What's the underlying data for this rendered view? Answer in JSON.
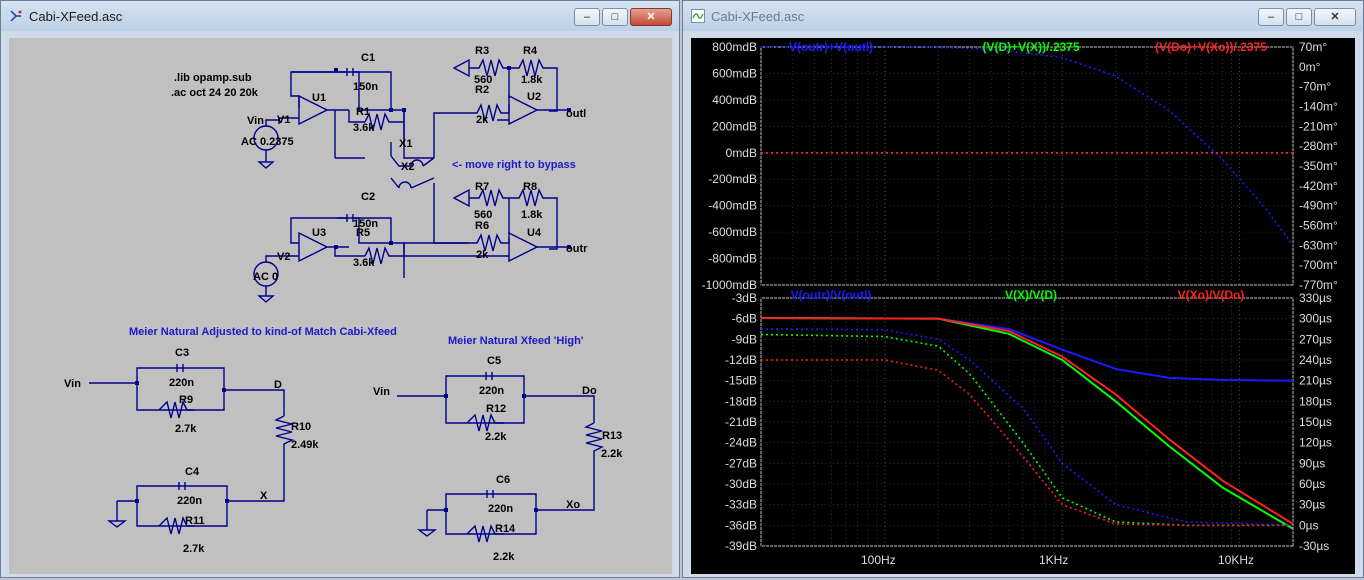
{
  "schematic_window": {
    "title": "Cabi-XFeed.asc",
    "buttons": {
      "minimize": "–",
      "maximize": "□",
      "close": "✕"
    },
    "icon": "schematic-icon",
    "directives": [
      ".lib opamp.sub",
      ".ac oct 24 20 20k"
    ],
    "comments": [
      "<- move right to bypass",
      "Meier Natural Adjusted to kind-of Match Cabi-Xfeed",
      "Meier Natural Xfeed 'High'"
    ],
    "components": {
      "C1": "C1",
      "C1v": "150n",
      "R1": "R1",
      "R1v": "3.6k",
      "U1": "U1",
      "V1": "V1",
      "V1src": "Vin",
      "V1val": "AC 0.2375",
      "R3": "R3",
      "R3v": "560",
      "R4": "R4",
      "R4v": "1.8k",
      "R2": "R2",
      "R2v": "2k",
      "U2": "U2",
      "X1": "X1",
      "X2": "X2",
      "C2": "C2",
      "C2v": "150n",
      "R5": "R5",
      "R5v": "3.6k",
      "U3": "U3",
      "V2": "V2",
      "V2val": "AC 0",
      "R7": "R7",
      "R7v": "560",
      "R8": "R8",
      "R8v": "1.8k",
      "R6": "R6",
      "R6v": "2k",
      "U4": "U4",
      "C3": "C3",
      "C3v": "220n",
      "R9": "R9",
      "R9v": "2.7k",
      "R10": "R10",
      "R10v": "2.49k",
      "C4": "C4",
      "C4v": "220n",
      "R11": "R11",
      "R11v": "2.7k",
      "C5": "C5",
      "C5v": "220n",
      "R12": "R12",
      "R12v": "2.2k",
      "R13": "R13",
      "R13v": "2.2k",
      "C6": "C6",
      "C6v": "220n",
      "R14": "R14",
      "R14v": "2.2k"
    },
    "nets": {
      "outl": "outl",
      "outr": "outr",
      "vin1": "Vin",
      "vin2": "Vin",
      "D": "D",
      "X": "X",
      "Do": "Do",
      "Xo": "Xo"
    }
  },
  "plot_window": {
    "title": "Cabi-XFeed.asc",
    "buttons": {
      "minimize": "–",
      "maximize": "□",
      "close": "✕"
    },
    "icon": "waveform-icon",
    "x_ticks": [
      "100Hz",
      "1KHz",
      "10KHz"
    ]
  },
  "chart_data": [
    {
      "type": "line",
      "title": "",
      "series": [
        {
          "name": "V(outr)+V(outl)",
          "color": "#1a1aff",
          "x": [
            20,
            100,
            200,
            400,
            1000,
            2000,
            4000,
            8000,
            14000,
            20000
          ],
          "y": [
            800,
            800,
            797,
            785,
            720,
            580,
            320,
            -50,
            -420,
            -700
          ]
        },
        {
          "name": "(V(D)+V(X))/.2375",
          "color": "#00ff00",
          "x": [
            20,
            20000
          ],
          "y": [
            0,
            0
          ]
        },
        {
          "name": "(V(Do)+V(Xo))/.2375",
          "color": "#ff2020",
          "x": [
            20,
            20000
          ],
          "y": [
            0,
            0
          ]
        }
      ],
      "y_left_label": "dB",
      "ylim_left": [
        -1000,
        800
      ],
      "y_left_ticks": [
        "800mdB",
        "600mdB",
        "400mdB",
        "200mdB",
        "0mdB",
        "-200mdB",
        "-400mdB",
        "-600mdB",
        "-800mdB",
        "-1000mdB"
      ],
      "y_right_ticks": [
        "70m°",
        "0m°",
        "-70m°",
        "-140m°",
        "-210m°",
        "-280m°",
        "-350m°",
        "-420m°",
        "-490m°",
        "-560m°",
        "-630m°",
        "-700m°",
        "-770m°"
      ],
      "xscale": "log",
      "xlim": [
        20,
        20000
      ]
    },
    {
      "type": "line",
      "title": "",
      "series": [
        {
          "name": "V(outr)/V(outl)",
          "color": "#1a1aff",
          "x": [
            20,
            200,
            500,
            1000,
            2000,
            4000,
            8000,
            20000
          ],
          "y": [
            -5.9,
            -6.0,
            -7.5,
            -10.5,
            -13.3,
            -14.6,
            -14.9,
            -15
          ]
        },
        {
          "name": "V(X)/V(D)",
          "color": "#00ff00",
          "x": [
            20,
            200,
            500,
            1000,
            2000,
            4000,
            8000,
            20000
          ],
          "y": [
            -5.9,
            -6.0,
            -8.2,
            -12,
            -18,
            -24.5,
            -30.5,
            -36.5
          ]
        },
        {
          "name": "V(Xo)/V(Do)",
          "color": "#ff2020",
          "x": [
            20,
            200,
            500,
            1000,
            2000,
            4000,
            8000,
            20000
          ],
          "y": [
            -5.9,
            -6.0,
            -7.8,
            -11.5,
            -17,
            -23.5,
            -29.5,
            -35.8
          ]
        }
      ],
      "ylim_left": [
        -39,
        -3
      ],
      "y_left_ticks": [
        "-3dB",
        "-6dB",
        "-9dB",
        "-12dB",
        "-15dB",
        "-18dB",
        "-21dB",
        "-24dB",
        "-27dB",
        "-30dB",
        "-33dB",
        "-36dB",
        "-39dB"
      ],
      "y_right_ticks": [
        "330µs",
        "300µs",
        "270µs",
        "240µs",
        "210µs",
        "180µs",
        "150µs",
        "120µs",
        "90µs",
        "60µs",
        "30µs",
        "0µs",
        "-30µs"
      ],
      "xscale": "log",
      "xlim": [
        20,
        20000
      ]
    }
  ]
}
